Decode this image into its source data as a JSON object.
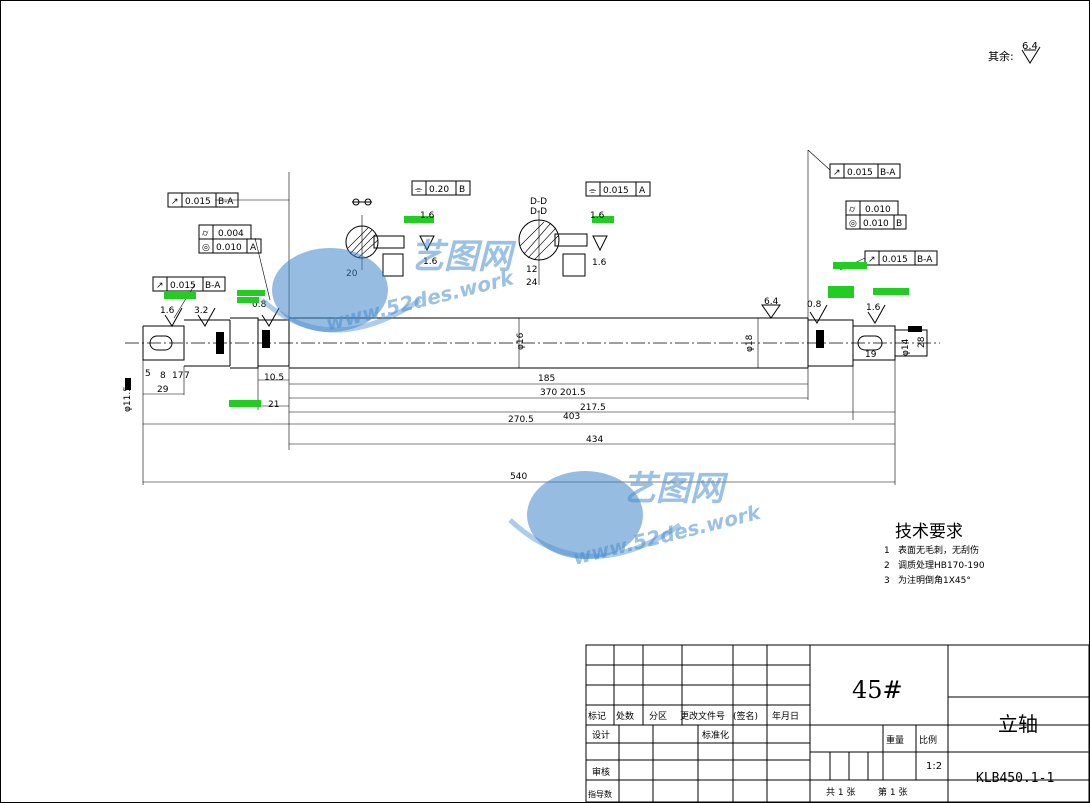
{
  "top_right_note": "其余:",
  "general_roughness": "6.4",
  "tech_requirements": {
    "title": "技术要求",
    "items": [
      {
        "num": "1",
        "text": "表面无毛刺，无刮伤"
      },
      {
        "num": "2",
        "text": "调质处理HB170-190"
      },
      {
        "num": "3",
        "text": "为注明倒角1X45°"
      }
    ]
  },
  "title_block": {
    "material": "45#",
    "part_name": "立轴",
    "drawing_no": "KLB450.1-1",
    "scale_label": "比例",
    "scale_value": "1:2",
    "weight_label": "重量",
    "sheets_total": "共 1 张",
    "sheet_current": "第 1 张",
    "revision_headers": [
      "标记",
      "处数",
      "分区",
      "更改文件号",
      "(签名)",
      "年月日"
    ],
    "design": "设计",
    "standardize": "标准化",
    "review": "审核",
    "guide": "指导数"
  },
  "gdt_frames": [
    {
      "symbol": "↗",
      "tol": "0.015",
      "datum": "B-A"
    },
    {
      "symbol": "⌭",
      "tol": "0.004",
      "datum": ""
    },
    {
      "symbol": "◎",
      "tol": "0.010",
      "datum": "A"
    },
    {
      "symbol": "↗",
      "tol": "0.015",
      "datum": "B-A"
    },
    {
      "symbol": "⌯",
      "tol": "0.20",
      "datum": "B"
    },
    {
      "symbol": "⌯",
      "tol": "0.015",
      "datum": "A"
    },
    {
      "symbol": "↗",
      "tol": "0.015",
      "datum": "B-A"
    },
    {
      "symbol": "⌭",
      "tol": "0.010",
      "datum": ""
    },
    {
      "symbol": "◎",
      "tol": "0.010",
      "datum": "B"
    },
    {
      "symbol": "↗",
      "tol": "0.015",
      "datum": "B-A"
    }
  ],
  "section_labels": {
    "dd1": "D-D",
    "dd2": "D-D"
  },
  "dimensions": {
    "d185": "185",
    "d370": "370",
    "d2015": "201.5",
    "d2175": "217.5",
    "d2705": "270.5",
    "d403": "403",
    "d434": "434",
    "d540": "540",
    "d29": "29",
    "d21": "21",
    "d105": "10.5",
    "d19": "19",
    "d115": "φ11.5",
    "d16": "φ16",
    "d18": "φ18",
    "d14": "φ14",
    "d28": "28",
    "d20": "20",
    "d12": "12",
    "d24": "24",
    "d5": "5",
    "d8": "8",
    "d17": "17",
    "d7": "7"
  },
  "roughness_values": {
    "r16a": "1.6",
    "r32": "3.2",
    "r08a": "0.8",
    "r64": "6.4",
    "r08b": "0.8",
    "r16b": "1.6",
    "r16c": "1.6",
    "r16d": "1.6",
    "r16e": "1.6",
    "r16f": "1.6"
  },
  "watermark": {
    "brand": "艺图网",
    "url1": "www.52des.work",
    "url2": "www.52des.work"
  }
}
